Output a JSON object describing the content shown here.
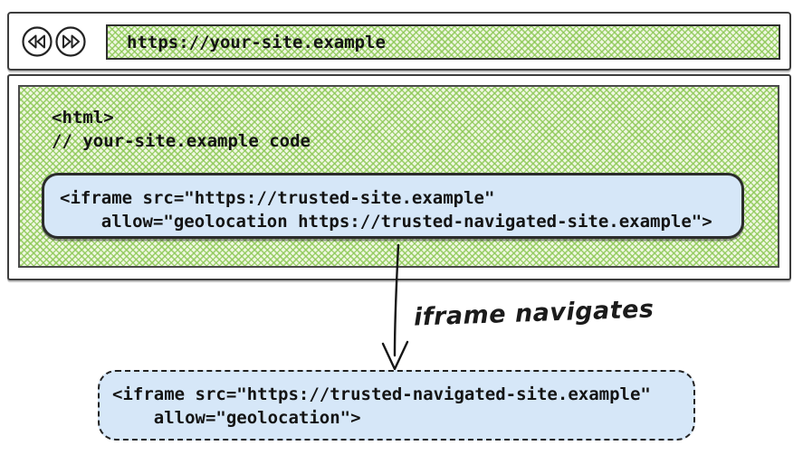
{
  "colors": {
    "hatch_green": "#8bc754",
    "code_box_blue": "#d6e7f8",
    "border_dark": "#2b2b2b"
  },
  "icons": {
    "back": "rewind-double-triangle",
    "forward": "fast-forward-double-triangle"
  },
  "browser": {
    "toolbar": {
      "url": "https://your-site.example"
    },
    "page_code": {
      "line1": "<html>",
      "line2": "// your-site.example code"
    },
    "iframe_embed": {
      "line1": "<iframe src=\"https://trusted-site.example\"",
      "line2": "    allow=\"geolocation https://trusted-navigated-site.example\">"
    }
  },
  "arrow": {
    "label": "iframe navigates"
  },
  "navigated_iframe": {
    "line1": "<iframe src=\"https://trusted-navigated-site.example\"",
    "line2": "    allow=\"geolocation\">"
  }
}
